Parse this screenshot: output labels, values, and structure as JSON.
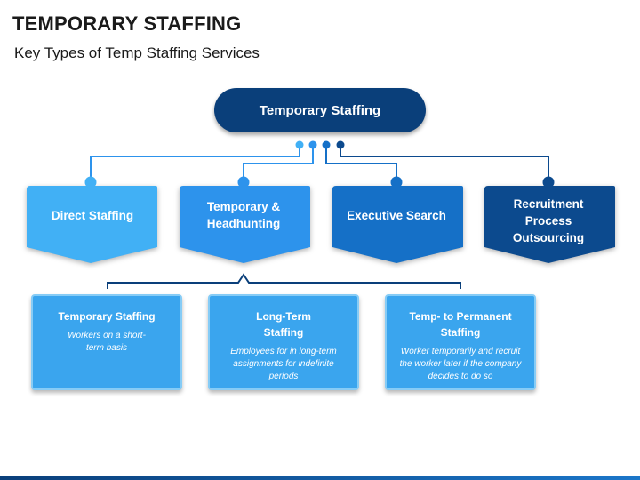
{
  "header": {
    "title": "TEMPORARY STAFFING",
    "subtitle": "Key Types of Temp Staffing Services"
  },
  "root": {
    "label": "Temporary Staffing"
  },
  "categories": [
    {
      "label": "Direct Staffing",
      "color": "#41b0f5"
    },
    {
      "label": "Temporary & Headhunting",
      "color": "#2d93ec"
    },
    {
      "label": "Executive Search",
      "color": "#1570c7"
    },
    {
      "label": "Recruitment Process Outsourcing",
      "color": "#0c4a8e"
    }
  ],
  "connector_dot_colors": [
    "#41b0f5",
    "#2d93ec",
    "#1570c7",
    "#0c4a8e"
  ],
  "sub_types": [
    {
      "title": "Temporary Staffing",
      "description": "Workers on a short- term basis"
    },
    {
      "title": "Long-Term Staffing",
      "description": "Employees for in long-term assignments for indefinite periods"
    },
    {
      "title": "Temp- to Permanent Staffing",
      "description": "Worker temporarily and recruit the worker later if the company decides to do so"
    }
  ]
}
